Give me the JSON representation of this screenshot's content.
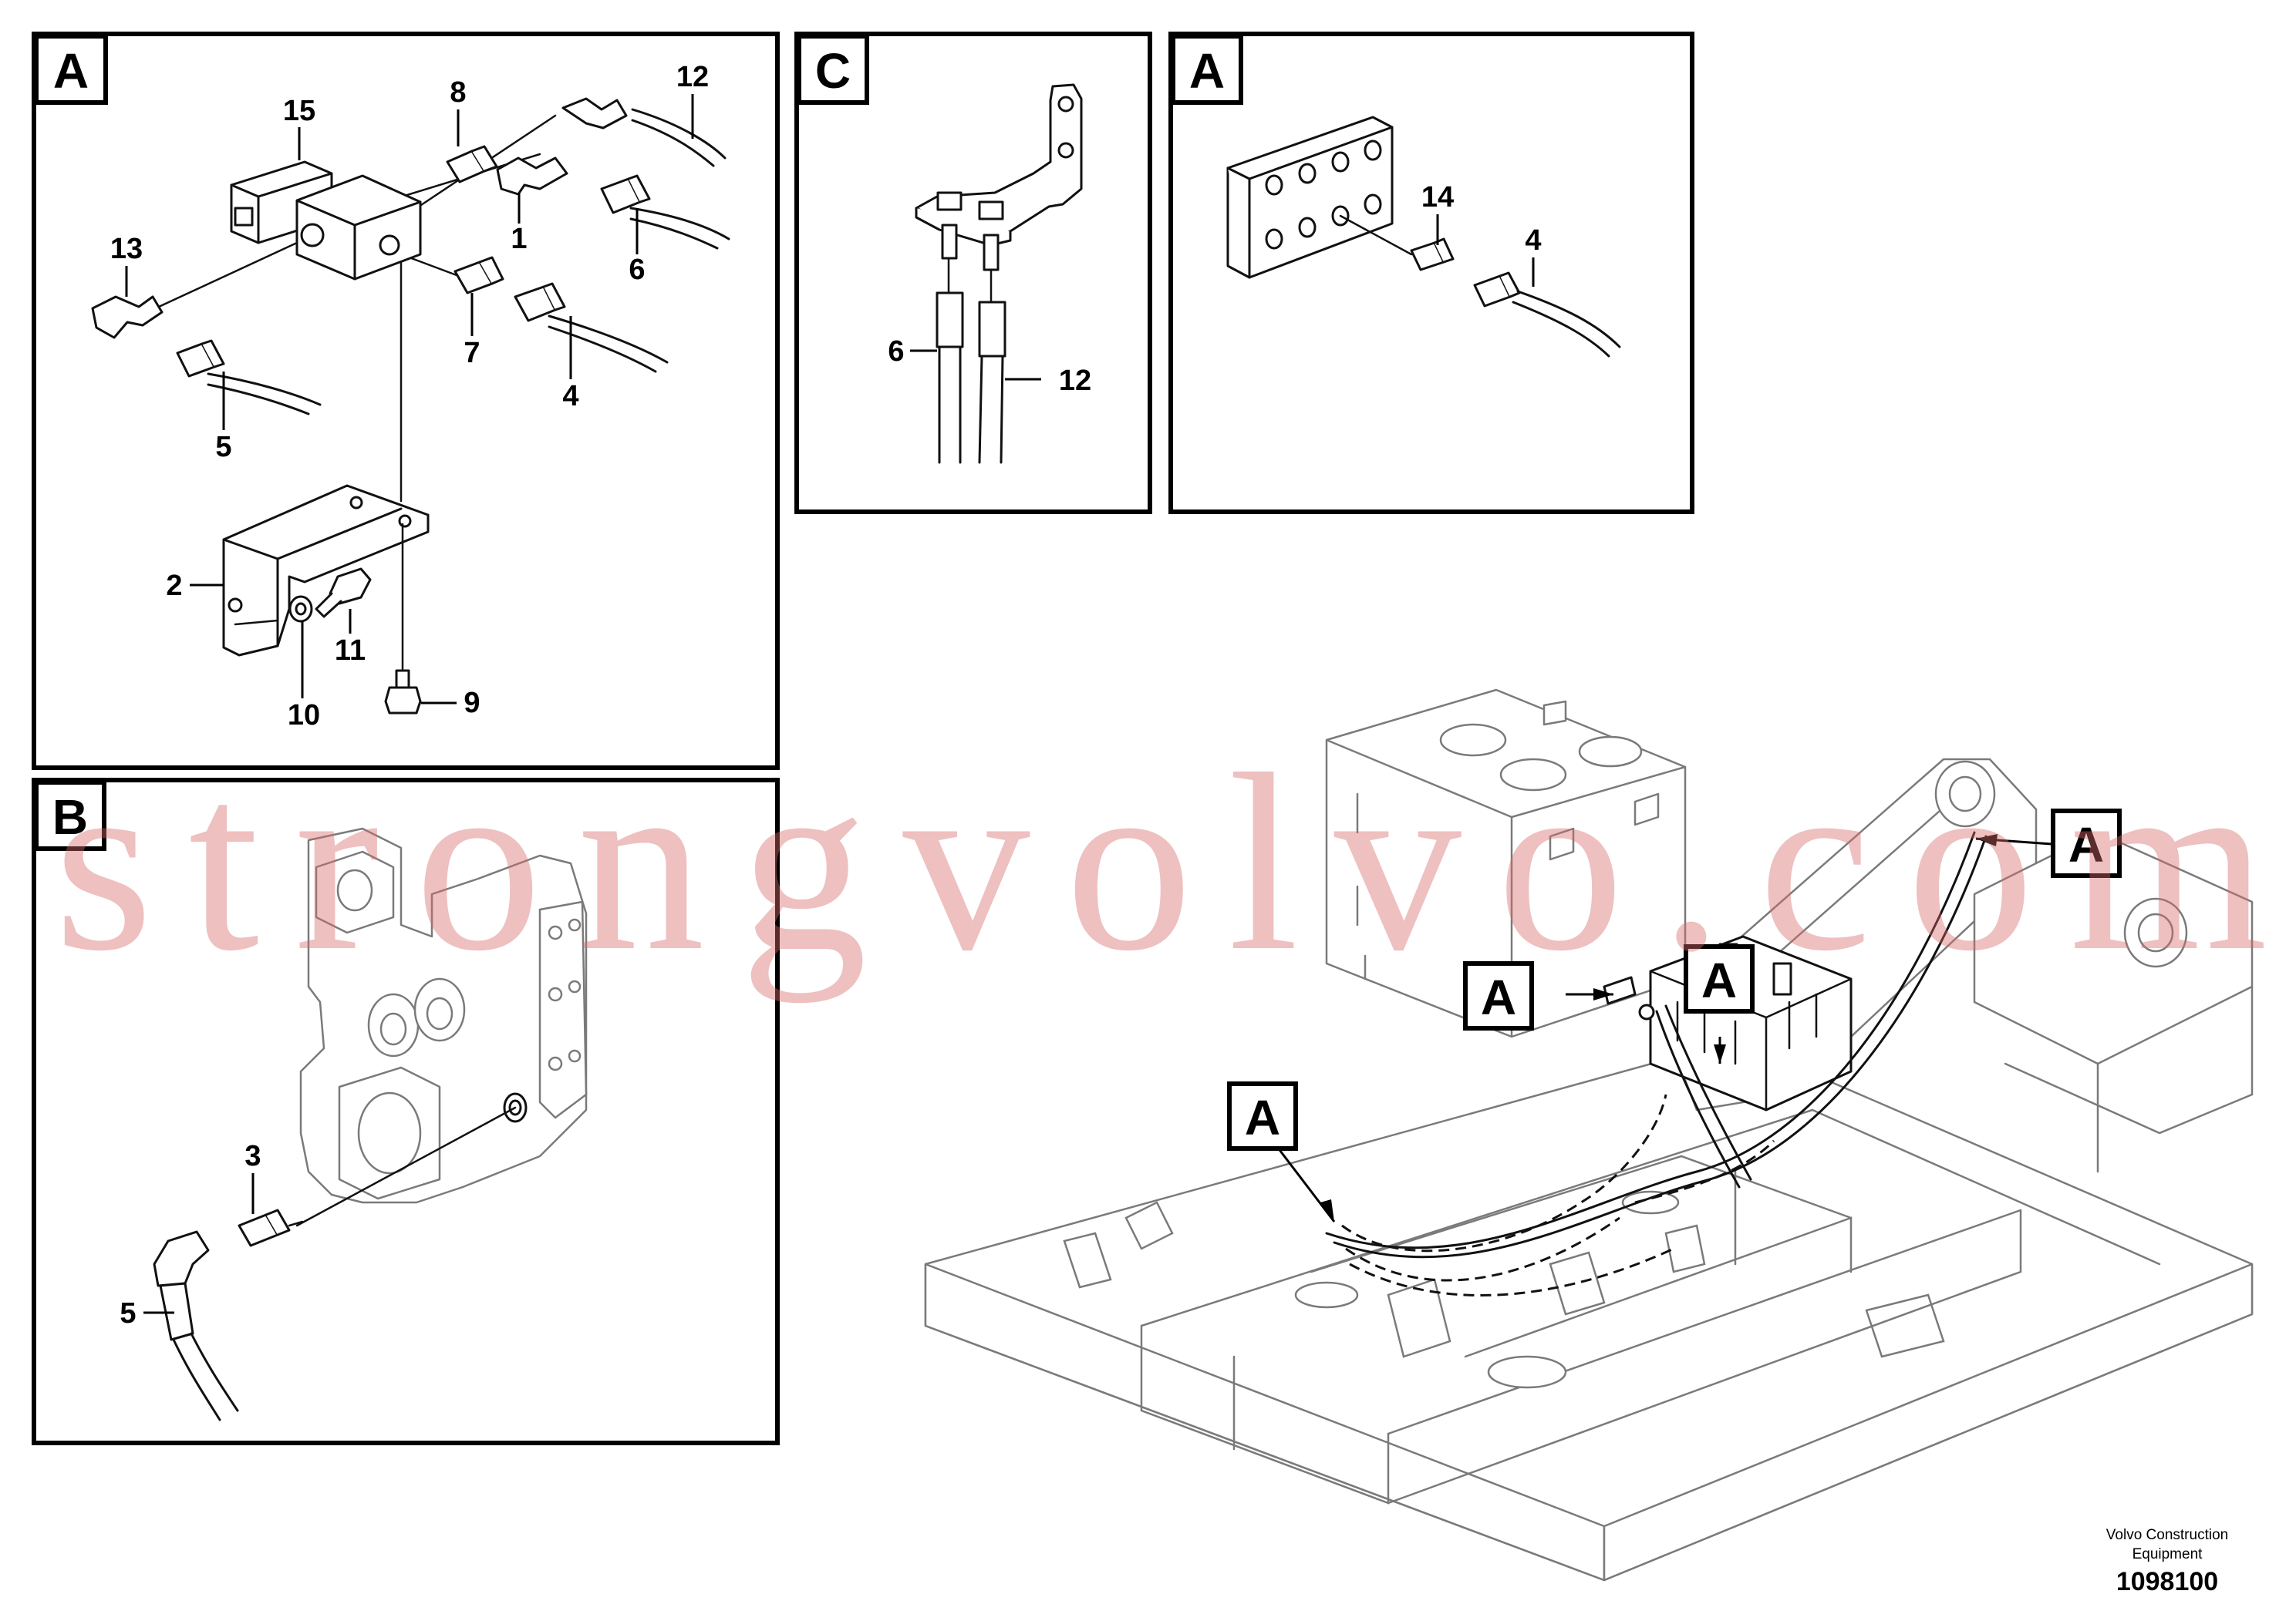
{
  "panels": {
    "top_left": {
      "tag": "A",
      "callouts": [
        "15",
        "8",
        "12",
        "13",
        "1",
        "6",
        "7",
        "4",
        "5",
        "2",
        "11",
        "10",
        "9"
      ]
    },
    "top_middle": {
      "tag": "C",
      "callouts": [
        "6",
        "12"
      ]
    },
    "top_right": {
      "tag": "A",
      "callouts": [
        "14",
        "4"
      ]
    },
    "bottom_left": {
      "tag": "B",
      "callouts": [
        "3",
        "5"
      ]
    }
  },
  "overview": {
    "tags": [
      "A",
      "A",
      "A",
      "A"
    ]
  },
  "watermark": "strongvolvo.com",
  "footer": {
    "company_line1": "Volvo Construction",
    "company_line2": "Equipment",
    "drawing_number": "1098100"
  }
}
